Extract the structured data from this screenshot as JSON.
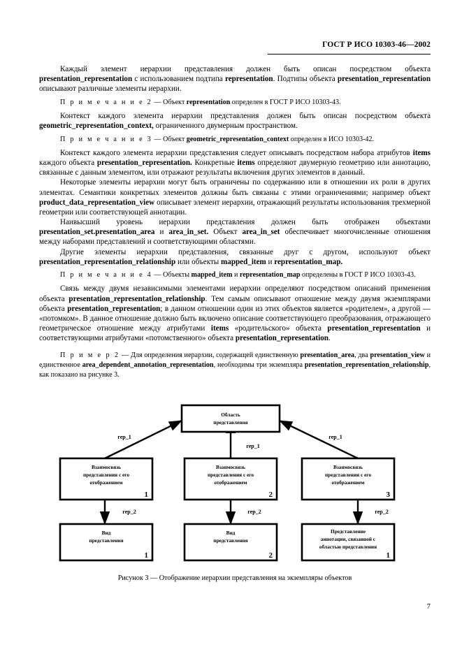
{
  "header": {
    "standard_title": "ГОСТ Р ИСО 10303-46—2002"
  },
  "page_number": "7",
  "body": {
    "p1_part1": "Каждый элемент иерархии представления должен быть описан посредством объекта ",
    "p1_b1": "presentation_representation",
    "p1_part2": " с использованием подтипа ",
    "p1_b2": "representation",
    "p1_part3": ". Подтипы объекта ",
    "p1_b3": "presentation_representation",
    "p1_part4": " описывают различные элементы иерархии.",
    "note2_label": "П р и м е ч а н и е 2",
    "note2_part1": " — Объект ",
    "note2_b1": "representation",
    "note2_part2": " определен в ГОСТ Р ИСО 10303-43.",
    "p2_part1": "Контекст каждого элемента иерархии представления должен быть описан посредством объекта ",
    "p2_b1": "geometric_representation_context,",
    "p2_part2": " ограниченного двумерным пространством.",
    "note3_label": "П р и м е ч а н и е 3",
    "note3_part1": " — Объект ",
    "note3_b1": "geometric_representation_context",
    "note3_part2": " определен в ИСО 10303-42.",
    "p3_part1": "Контекст каждого элемента иерархии представления следует описывать посредством набора атрибутов ",
    "p3_b1": "items",
    "p3_part2": " каждого объекта ",
    "p3_b2": "presentation_representation.",
    "p3_part3": " Конкретные ",
    "p3_b3": "items",
    "p3_part4": " определяют двумерную геометрию или аннотацию, связанные с данным элементом, или отражают результаты включения других элементов в данный.",
    "p4_part1": "Некоторые элементы иерархии могут быть ограничены по содержанию или в отношении их роли в других элементах. Семантики конкретных элементов должны быть связаны с этими ограничениями; например объект ",
    "p4_b1": "product_data_representation_view",
    "p4_part2": " описывает элемент иерархии, отражающий результаты использования трехмерной геометрии или соответствующей аннотации.",
    "p5_part1": "Наивысший уровень иерархии представления должен быть отображен объектами ",
    "p5_b1": "presentation_set.presentation_area",
    "p5_part2": " и ",
    "p5_b2": "area_in_set.",
    "p5_part3": " Объект ",
    "p5_b3": "area_in_set",
    "p5_part4": " обеспечивает многочисленные отношения между наборами представлений и соответствующими областями.",
    "p6_part1": "Другие элементы иерархии представления, связанные друг с другом, используют объект ",
    "p6_b1": "presentation_representation_relationship",
    "p6_part2": " или объекты ",
    "p6_b2": "mapped_item",
    "p6_part3": " и ",
    "p6_b3": "representation_map.",
    "note4_label": "П р и м е ч а н и е 4",
    "note4_part1": " — Объекты ",
    "note4_b1": "mapped_item",
    "note4_part2": " и ",
    "note4_b2": "representation_map",
    "note4_part3": " определены в ГОСТ Р ИСО 10303-43.",
    "p7_part1": "Связь между двумя независимыми элементами иерархии определяют посредством описаний применения объекта ",
    "p7_b1": "presentation_representation_relationship",
    "p7_part2": ". Тем самым описывают отношение между двумя экземплярами объекта ",
    "p7_b2": "presentation_representation",
    "p7_part3": "; в данном отношении один из этих объектов является «родителем», а другой — «потомком». В данное отношение должно быть включено описание соответствующего преобразования, отражающего геометрическое отношение между атрибутами ",
    "p7_b3": "items",
    "p7_part4": " «родительского» объекта ",
    "p7_b4": "presentation_representation",
    "p7_part5": " и соответствующими атрибутами «потомственного» объекта ",
    "p7_b5": "presentation_representation",
    "p7_part6": ".",
    "example2_label": "П р и м е р 2",
    "example2_part1": " — Для определения иерархии, содержащей единственную ",
    "example2_b1": "presentation_area",
    "example2_part2": ", два ",
    "example2_b2": "presentation_view",
    "example2_part3": " и единственное ",
    "example2_b3": "area_dependent_annotation_representation",
    "example2_part4": ", необходимы три экземпляра ",
    "example2_b4": "presentation_representation_relationship",
    "example2_part5": ", как показано на рисунке 3."
  },
  "figure": {
    "caption": "Рисунок 3 — Отображение иерархии представления на экземпляры объектов",
    "root": {
      "line1": "Область",
      "line2": "представления"
    },
    "middle_row": [
      {
        "line1": "Взаимосвязь",
        "line2": "представления с его",
        "line3": "отображением",
        "number": "1"
      },
      {
        "line1": "Взаимосвязь",
        "line2": "представления с его",
        "line3": "отображением",
        "number": "2"
      },
      {
        "line1": "Взаимосвязь",
        "line2": "представления с его",
        "line3": "отображением",
        "number": "3"
      }
    ],
    "bottom_row": [
      {
        "line1": "Вид",
        "line2": "представления",
        "line3": "",
        "number": "1"
      },
      {
        "line1": "Вид",
        "line2": "представления",
        "line3": "",
        "number": "2"
      },
      {
        "line1": "Представление",
        "line2": "аннотации, связанной с",
        "line3": "областью представления",
        "number": "1"
      }
    ],
    "edge_labels_top": [
      "rep_1",
      "rep_1",
      "rep_1"
    ],
    "edge_labels_bottom": [
      "rep_2",
      "rep_2",
      "rep_2"
    ]
  }
}
